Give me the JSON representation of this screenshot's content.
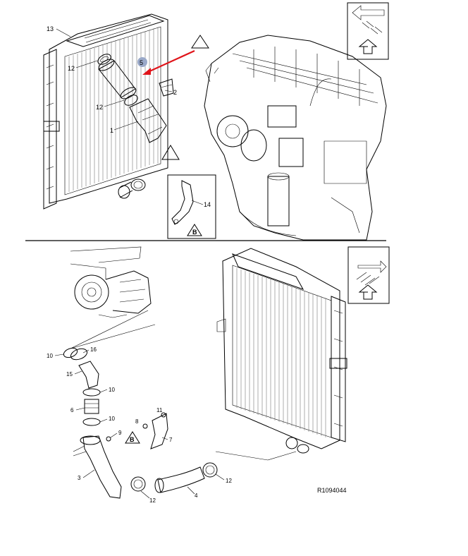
{
  "diagram": {
    "reference": "R1094044",
    "callouts_top": {
      "c13": "13",
      "c12a": "12",
      "c5": "5",
      "c2": "2",
      "c12b": "12",
      "c1": "1",
      "c14": "14"
    },
    "callouts_bottom": {
      "c10a": "10",
      "c16": "16",
      "c15": "15",
      "c10b": "10",
      "c6": "6",
      "c10c": "10",
      "c11": "11",
      "c8": "8",
      "c9": "9",
      "c7": "7",
      "c3": "3",
      "c12c": "12",
      "c4": "4",
      "c12d": "12"
    },
    "marker_b": "B",
    "highlight_color": "#9aa9c9",
    "arrow_color": "#e0141a"
  }
}
